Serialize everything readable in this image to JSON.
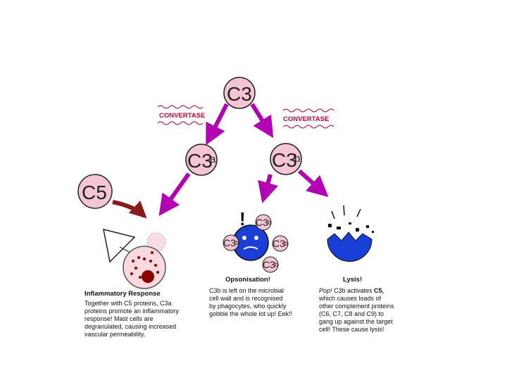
{
  "nodes": {
    "c3": {
      "main": "C3",
      "sub": ""
    },
    "c3a": {
      "main": "C3",
      "sub": "a"
    },
    "c3b": {
      "main": "C3",
      "sub": "b"
    },
    "c5": {
      "main": "C5",
      "sub": ""
    }
  },
  "convertase_left": "CONVERTASE",
  "convertase_right": "CONVERTASE",
  "opsonisation_mark": "!",
  "c3b_bubble": {
    "main": "C3",
    "sub": "b"
  },
  "panels": {
    "inflammatory": {
      "title": "Inflammatory Response",
      "lines": [
        "Together with C5 proteins, C3a",
        "proteins promote an inflammatory",
        "response! Mast cells are",
        "degranulated, causing increased",
        "vascular permeability."
      ]
    },
    "opsonisation": {
      "title": "Opsonisation!",
      "lines": [
        "C3b is left on the microbial",
        "cell wall and is recognised",
        "by phagocytes, who quickly",
        "gobble the whole lot up! Eek!!"
      ]
    },
    "lysis": {
      "title": "Lysis!",
      "pop": "Pop!",
      "line1_rest": " C3b activates ",
      "c5": "C5,",
      "lines": [
        "which causes loads of",
        "other complement proteins",
        "(C6, C7, C8 and C9) to",
        "gang up against the target",
        "cell! These cause lysis!"
      ]
    }
  },
  "colors": {
    "node_fill": "#f4c6d4",
    "arrow": "#b400b4",
    "c5_arrow": "#8b1a1a",
    "microbe": "#1a3fd8",
    "convertase": "#cc0033"
  }
}
